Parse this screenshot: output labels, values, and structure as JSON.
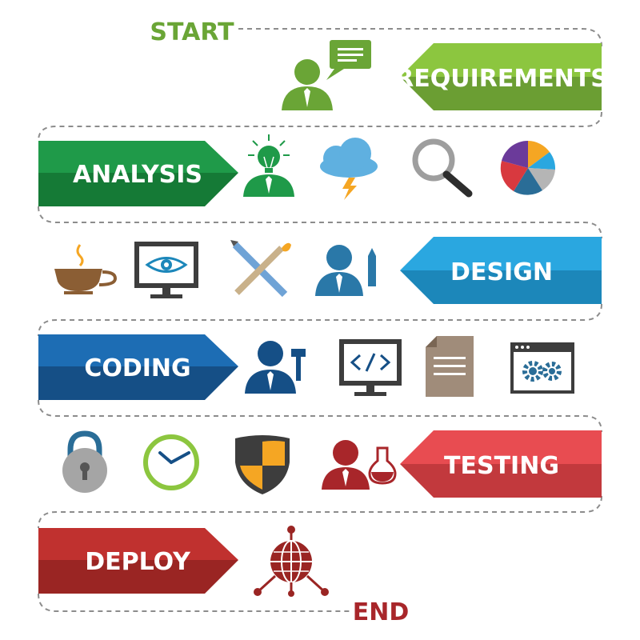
{
  "flow": {
    "start_label": "START",
    "end_label": "END",
    "start_color": "#6aa536",
    "end_color": "#a8262a"
  },
  "stages": [
    {
      "label": "REQUIREMENTS",
      "color_top": "#8cc63f",
      "color_bottom": "#6b9e33"
    },
    {
      "label": "ANALYSIS",
      "color_top": "#1f9a49",
      "color_bottom": "#157a36"
    },
    {
      "label": "DESIGN",
      "color_top": "#2aa7e0",
      "color_bottom": "#1c87ba"
    },
    {
      "label": "CODING",
      "color_top": "#1d6db4",
      "color_bottom": "#154f86"
    },
    {
      "label": "TESTING",
      "color_top": "#e84c51",
      "color_bottom": "#c2393d"
    },
    {
      "label": "DEPLOY",
      "color_top": "#c0312f",
      "color_bottom": "#9a2523"
    }
  ],
  "icons": {
    "requirements": [
      "person-speech-bubble-icon"
    ],
    "analysis": [
      "person-lightbulb-icon",
      "cloud-lightning-icon",
      "magnifier-icon",
      "pie-chart-icon"
    ],
    "design": [
      "coffee-cup-icon",
      "monitor-eye-icon",
      "pencil-brush-cross-icon",
      "person-pencil-icon"
    ],
    "coding": [
      "person-hammer-icon",
      "monitor-code-icon",
      "document-icon",
      "browser-gears-icon"
    ],
    "testing": [
      "padlock-icon",
      "clock-icon",
      "shield-icon",
      "person-flask-icon"
    ],
    "deploy": [
      "network-globe-icon"
    ]
  }
}
